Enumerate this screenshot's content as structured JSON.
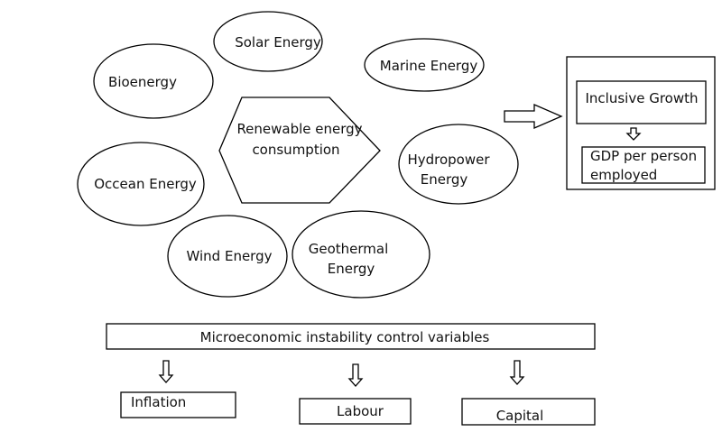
{
  "hub": {
    "line1": "Renewable energy",
    "line2": "consumption"
  },
  "sources": {
    "solar": "Solar Energy",
    "marine": "Marine Energy",
    "bio": "Bioenergy",
    "hydro_1": "Hydropower",
    "hydro_2": "Energy",
    "ocean": "Occean Energy",
    "wind": "Wind Energy",
    "geo_1": "Geothermal",
    "geo_2": "Energy"
  },
  "outcome": {
    "title": "Inclusive Growth",
    "measure_1": "GDP per person",
    "measure_2": "employed"
  },
  "controls": {
    "title": "Microeconomic instability control variables",
    "items": [
      "Inflation",
      "Labour",
      "Capital"
    ]
  }
}
